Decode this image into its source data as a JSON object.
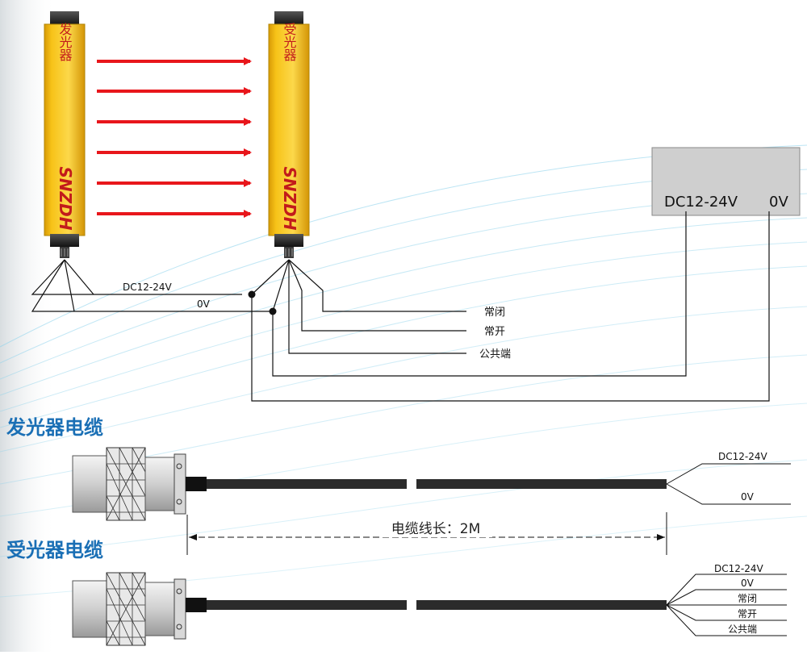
{
  "emitter": {
    "label": "发光器",
    "brand": "SNZDH"
  },
  "receiver": {
    "label": "受光器",
    "brand": "SNZDH"
  },
  "power_box": {
    "plus": "DC12-24V",
    "minus": "0V"
  },
  "wiring": {
    "dc": "DC12-24V",
    "zero": "0V",
    "nc": "常闭",
    "no": "常开",
    "com": "公共端"
  },
  "emitter_cable": {
    "title": "发光器电缆",
    "wires": [
      "DC12-24V",
      "0V"
    ]
  },
  "cable_length": "电缆线长：2M",
  "receiver_cable": {
    "title": "受光器电缆",
    "wires": [
      "DC12-24V",
      "0V",
      "常闭",
      "常开",
      "公共端"
    ]
  },
  "colors": {
    "bar": "#f6c21a",
    "bar_edge": "#c79a0c",
    "arrow": "#e8161b",
    "brand": "#c21b1b",
    "title": "#1a6fb5",
    "cable": "#2b2b2b",
    "box": "#cfcfcf"
  }
}
